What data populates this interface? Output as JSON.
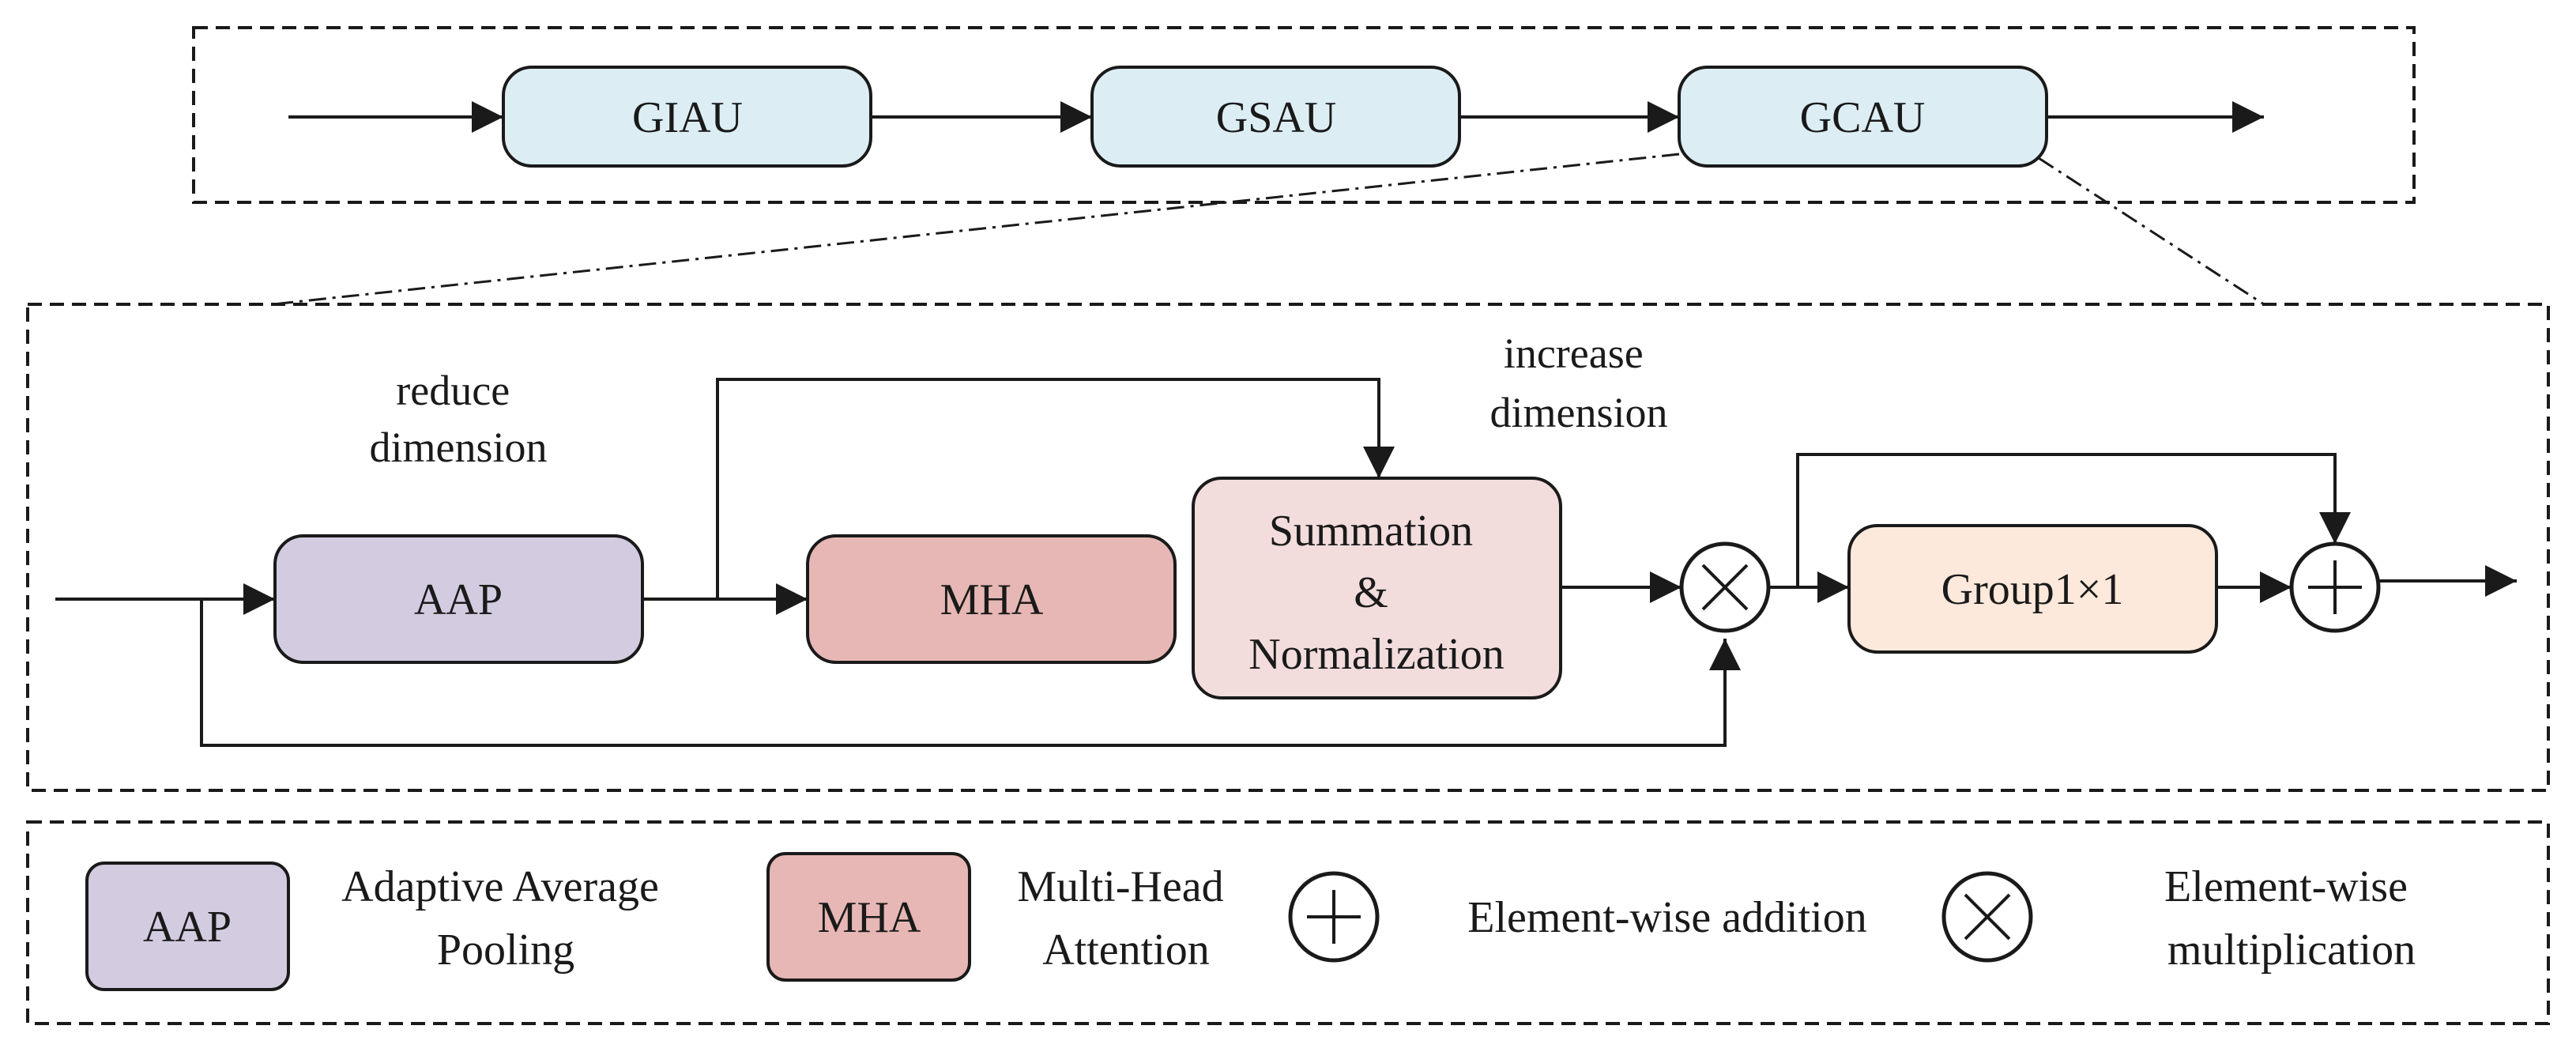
{
  "top_pipeline": {
    "blocks": [
      "GIAU",
      "GSAU",
      "GCAU"
    ]
  },
  "detail": {
    "reduce_note": [
      "reduce",
      "dimension"
    ],
    "increase_note": [
      "increase",
      "dimension"
    ],
    "aap": "AAP",
    "mha": "MHA",
    "sum_norm": [
      "Summation",
      "&",
      "Normalization"
    ],
    "group": "Group1×1"
  },
  "legend": {
    "aap_abbr": "AAP",
    "aap_desc": [
      "Adaptive Average",
      "Pooling"
    ],
    "mha_abbr": "MHA",
    "mha_desc": [
      "Multi-Head",
      "Attention"
    ],
    "add_desc": "Element-wise addition",
    "mul_desc": [
      "Element-wise",
      "multiplication"
    ]
  },
  "colors": {
    "gi_blocks": "#dceef4",
    "aap": "#d3cbe0",
    "mha": "#e6b7b4",
    "sum_norm": "#f2dcdc",
    "group": "#fce9dc",
    "stroke": "#1a1a1a"
  },
  "icons": {
    "add": "circled-plus-icon",
    "multiply": "circled-times-icon"
  }
}
